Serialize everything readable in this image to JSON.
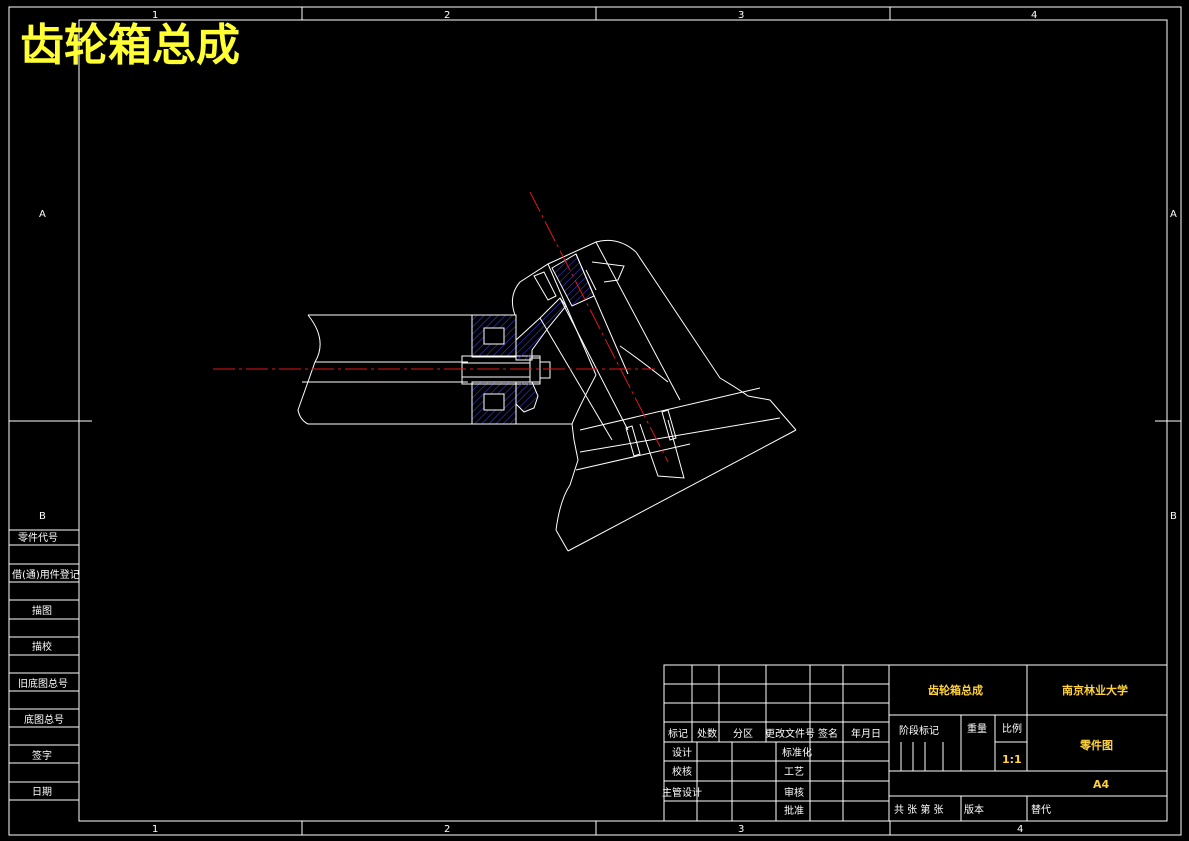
{
  "title": "齿轮箱总成",
  "border": {
    "col_labels": [
      "1",
      "2",
      "3",
      "4"
    ],
    "row_labels": [
      "A",
      "B"
    ]
  },
  "left_strip": [
    {
      "label": "零件代号"
    },
    {
      "label": "借(通)用件登记"
    },
    {
      "label": "描图"
    },
    {
      "label": "描校"
    },
    {
      "label": "旧底图总号"
    },
    {
      "label": "底图总号"
    },
    {
      "label": "签字"
    },
    {
      "label": "日期"
    }
  ],
  "title_block": {
    "drawing_name": "齿轮箱总成",
    "organization": "南京林业大学",
    "doc_type": "零件图",
    "paper_size": "A4",
    "scale_label": "比例",
    "scale_value": "1:1",
    "weight_label": "重量",
    "stage_label": "阶段标记",
    "sheets_label": "共 张 第 张",
    "version_label": "版本",
    "replace_label": "替代",
    "revision_headers": [
      "标记",
      "处数",
      "分区",
      "更改文件号",
      "签名",
      "年月日"
    ],
    "sign_rows_left": [
      "设计",
      "校核",
      "主管设计"
    ],
    "sign_rows_right": [
      "标准化",
      "工艺",
      "审核",
      "批准"
    ]
  },
  "colors": {
    "background": "#000000",
    "lines": "#ffffff",
    "centerline": "#e01818",
    "title": "#ffff33",
    "title_block_text": "#ffd23a",
    "hatch": "#2a2aa8"
  }
}
